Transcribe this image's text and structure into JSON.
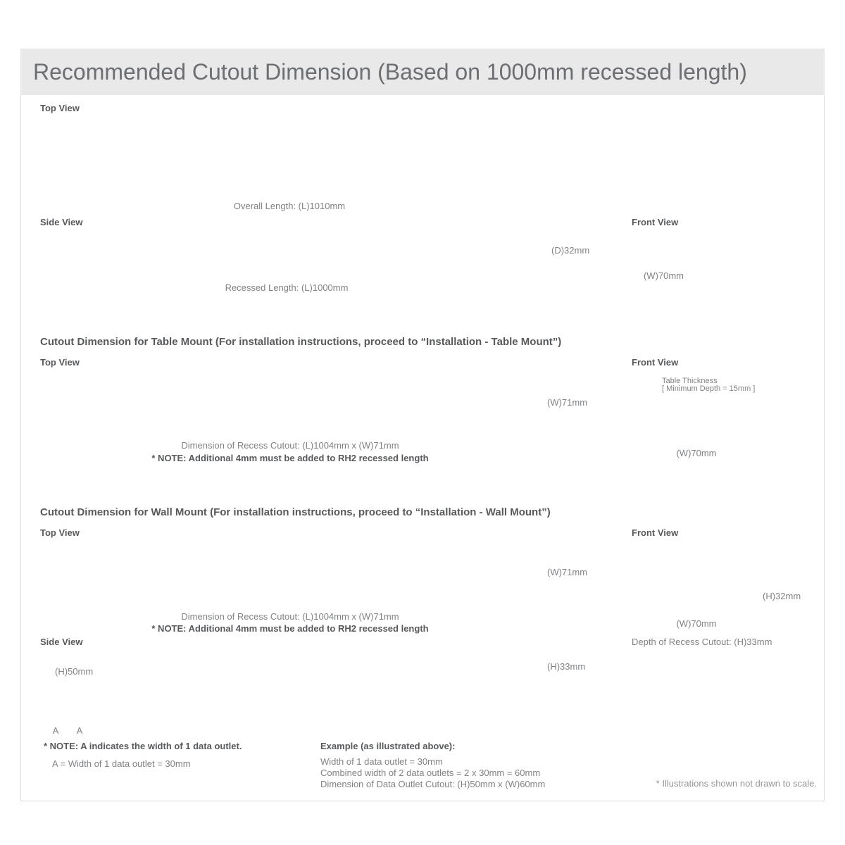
{
  "title": "Recommended Cutout Dimension (Based on 1000mm recessed length)",
  "overview": {
    "top_view_label": "Top View",
    "side_view_label": "Side View",
    "front_view_label": "Front View",
    "overall_length": "Overall Length: (L)1010mm",
    "recessed_length": "Recessed Length: (L)1000mm",
    "depth": "(D)32mm",
    "front_width": "(W)70mm"
  },
  "table_mount": {
    "heading": "Cutout Dimension for Table Mount (For installation instructions, proceed to “Installation - Table Mount”)",
    "top_view_label": "Top View",
    "front_view_label": "Front View",
    "cutout_width": "(W)71mm",
    "cutout_dimension": "Dimension of Recess Cutout: (L)1004mm x (W)71mm",
    "note": "* NOTE: Additional 4mm must be added to RH2 recessed length",
    "table_thickness_line1": "Table Thickness",
    "table_thickness_line2": "[ Minimum Depth = 15mm ]",
    "front_width": "(W)70mm"
  },
  "wall_mount": {
    "heading": "Cutout Dimension for Wall Mount (For installation instructions, proceed to “Installation - Wall Mount”)",
    "top_view_label": "Top View",
    "front_view_label": "Front View",
    "side_view_label": "Side View",
    "cutout_width": "(W)71mm",
    "cutout_dimension": "Dimension of Recess Cutout: (L)1004mm x (W)71mm",
    "note": "* NOTE: Additional 4mm must be added to RH2 recessed length",
    "recess_height": "(H)32mm",
    "front_width": "(W)70mm",
    "depth_of_recess": "Depth of Recess Cutout: (H)33mm",
    "pocket_depth": "(H)50mm",
    "step_depth": "(H)33mm",
    "a_label_1": "A",
    "a_label_2": "A"
  },
  "notes": {
    "data_outlet_note": "* NOTE: A indicates the width of 1 data outlet.",
    "data_outlet_width": "A = Width of 1 data outlet = 30mm",
    "example_heading": "Example (as illustrated above):",
    "example_lines": [
      "Width of 1 data outlet = 30mm",
      "Combined width of 2 data outlets = 2 x 30mm = 60mm",
      "Dimension of Data Outlet Cutout: (H)50mm x (W)60mm"
    ],
    "footnote": "* Illustrations shown not drawn to scale."
  },
  "colors": {
    "titlebar_bg": "#e9e9ea",
    "title_text": "#6d6e71",
    "heading_text": "#58595b",
    "body_text": "#808285",
    "line_work": "#a9abae",
    "dashed_line": "#c5c7c9",
    "hatch_line": "#cdced0",
    "dim_arrow": "#8f9194",
    "sheet_border": "#d9dadb"
  }
}
